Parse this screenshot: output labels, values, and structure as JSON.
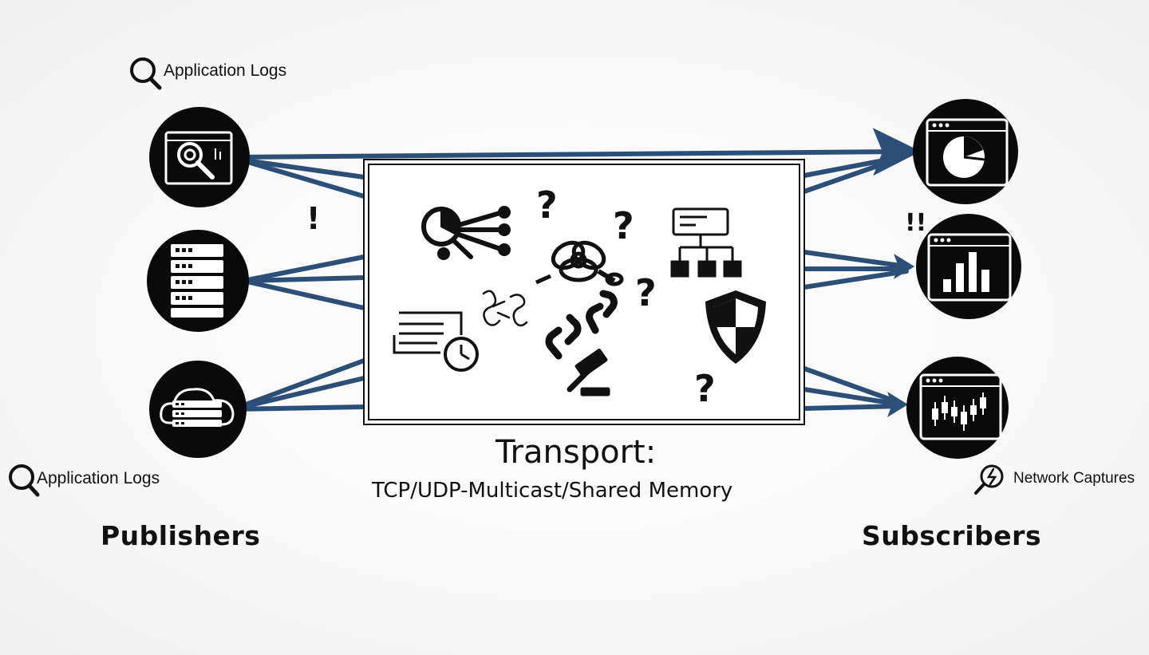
{
  "publishers": {
    "label": "Publishers",
    "top_log_label": "Application Logs",
    "bottom_log_label": "Application Logs",
    "nodes": [
      {
        "icon": "log-monitor-icon"
      },
      {
        "icon": "server-rack-icon"
      },
      {
        "icon": "cloud-server-icon"
      }
    ]
  },
  "transport": {
    "title": "Transport:",
    "subtitle": "TCP/UDP-Multicast/Shared Memory",
    "question_marks": [
      "?",
      "?",
      "?",
      "?"
    ]
  },
  "subscribers": {
    "label": "Subscribers",
    "network_label": "Network Captures",
    "nodes": [
      {
        "icon": "pie-chart-window-icon"
      },
      {
        "icon": "bar-chart-window-icon"
      },
      {
        "icon": "candlestick-window-icon"
      }
    ]
  },
  "alerts": {
    "left": "!",
    "right": "!!"
  },
  "colors": {
    "arrow": "#2c4f78",
    "node_fill": "#0a0a0a",
    "node_ring": "#ffffff",
    "text": "#111111"
  }
}
